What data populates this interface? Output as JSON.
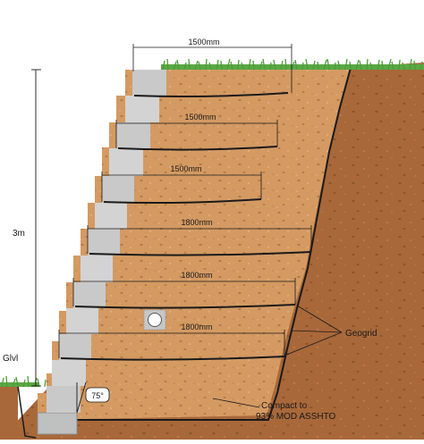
{
  "diagram": {
    "height_label": "3m",
    "ground_level_label": "Glvl",
    "geogrid_label": "Geogrid",
    "compaction_label_line1": "Compact to",
    "compaction_label_line2": "93% MOD ASSHTO",
    "batter_angle_label": "75°",
    "geogrid_dimensions": [
      "1500mm",
      "1500mm",
      "1500mm",
      "1800mm",
      "1800mm",
      "1800mm"
    ],
    "colors": {
      "backfill": "#d49a62",
      "native_soil": "#a8683a",
      "block": "#c9c9c9",
      "grass": "#4e9b3a",
      "geogrid": "#1a1a1a"
    }
  }
}
